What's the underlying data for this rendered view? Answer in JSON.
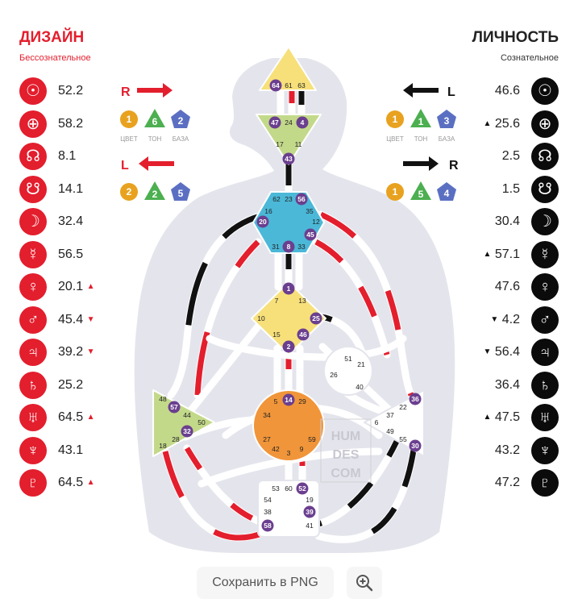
{
  "design": {
    "title": "ДИЗАЙН",
    "subtitle": "Бессознательное",
    "color": "#e31e2d",
    "planets": [
      {
        "icon": "sun-icon",
        "glyph": "☉",
        "value": "52.2",
        "arrow": ""
      },
      {
        "icon": "earth-icon",
        "glyph": "⊕",
        "value": "58.2",
        "arrow": ""
      },
      {
        "icon": "north-node-icon",
        "glyph": "☊",
        "value": "8.1",
        "arrow": ""
      },
      {
        "icon": "south-node-icon",
        "glyph": "☋",
        "value": "14.1",
        "arrow": ""
      },
      {
        "icon": "moon-icon",
        "glyph": "☽",
        "value": "32.4",
        "arrow": ""
      },
      {
        "icon": "mercury-icon",
        "glyph": "☿",
        "value": "56.5",
        "arrow": ""
      },
      {
        "icon": "venus-icon",
        "glyph": "♀",
        "value": "20.1",
        "arrow": "▲"
      },
      {
        "icon": "mars-icon",
        "glyph": "♂",
        "value": "45.4",
        "arrow": "▼"
      },
      {
        "icon": "jupiter-icon",
        "glyph": "♃",
        "value": "39.2",
        "arrow": "▼"
      },
      {
        "icon": "saturn-icon",
        "glyph": "♄",
        "value": "25.2",
        "arrow": ""
      },
      {
        "icon": "uranus-icon",
        "glyph": "♅",
        "value": "64.5",
        "arrow": "▲"
      },
      {
        "icon": "neptune-icon",
        "glyph": "♆",
        "value": "43.1",
        "arrow": ""
      },
      {
        "icon": "pluto-icon",
        "glyph": "♇",
        "value": "64.5",
        "arrow": "▲"
      }
    ],
    "variables": [
      {
        "letter": "R",
        "direction": "right",
        "badges": [
          "1",
          "6",
          "2"
        ],
        "labels": [
          "ЦВЕТ",
          "ТОН",
          "БАЗА"
        ]
      },
      {
        "letter": "L",
        "direction": "left",
        "badges": [
          "2",
          "2",
          "5"
        ],
        "labels": []
      }
    ]
  },
  "personality": {
    "title": "ЛИЧНОСТЬ",
    "subtitle": "Сознательное",
    "color": "#0b0b0b",
    "planets": [
      {
        "icon": "sun-icon",
        "glyph": "☉",
        "value": "46.6",
        "arrow": ""
      },
      {
        "icon": "earth-icon",
        "glyph": "⊕",
        "value": "25.6",
        "arrow": "▲"
      },
      {
        "icon": "north-node-icon",
        "glyph": "☊",
        "value": "2.5",
        "arrow": ""
      },
      {
        "icon": "south-node-icon",
        "glyph": "☋",
        "value": "1.5",
        "arrow": ""
      },
      {
        "icon": "moon-icon",
        "glyph": "☽",
        "value": "30.4",
        "arrow": ""
      },
      {
        "icon": "mercury-icon",
        "glyph": "☿",
        "value": "57.1",
        "arrow": "▲"
      },
      {
        "icon": "venus-icon",
        "glyph": "♀",
        "value": "47.6",
        "arrow": ""
      },
      {
        "icon": "mars-icon",
        "glyph": "♂",
        "value": "4.2",
        "arrow": "▼"
      },
      {
        "icon": "jupiter-icon",
        "glyph": "♃",
        "value": "56.4",
        "arrow": "▼"
      },
      {
        "icon": "saturn-icon",
        "glyph": "♄",
        "value": "36.4",
        "arrow": ""
      },
      {
        "icon": "uranus-icon",
        "glyph": "♅",
        "value": "47.5",
        "arrow": "▲"
      },
      {
        "icon": "neptune-icon",
        "glyph": "♆",
        "value": "43.2",
        "arrow": ""
      },
      {
        "icon": "pluto-icon",
        "glyph": "♇",
        "value": "47.2",
        "arrow": ""
      }
    ],
    "variables": [
      {
        "letter": "L",
        "direction": "left",
        "badges": [
          "1",
          "1",
          "3"
        ],
        "labels": [
          "ЦВЕТ",
          "ТОН",
          "БАЗА"
        ]
      },
      {
        "letter": "R",
        "direction": "right",
        "badges": [
          "1",
          "5",
          "4"
        ],
        "labels": []
      }
    ]
  },
  "bodygraph": {
    "watermark": [
      "HUM",
      "DES",
      "COM"
    ],
    "colors": {
      "head": "#f7e07a",
      "ajna": "#c3d98a",
      "throat": "#4bb8d8",
      "g": "#f7e07a",
      "sacral": "#f0953a",
      "spleen": "#c3d98a",
      "solar": "#ffffff",
      "ego": "#ffffff",
      "root": "#ffffff",
      "active": "#6b3f8f",
      "design": "#e31e2d",
      "personality": "#111111"
    },
    "gates": {
      "head": [
        "64",
        "61",
        "63"
      ],
      "ajna": [
        "47",
        "24",
        "4",
        "17",
        "11",
        "43"
      ],
      "throat": [
        "62",
        "23",
        "56",
        "16",
        "35",
        "12",
        "20",
        "45",
        "31",
        "8",
        "33"
      ],
      "g": [
        "1",
        "7",
        "13",
        "10",
        "25",
        "15",
        "46",
        "2"
      ],
      "ego": [
        "51",
        "21",
        "26",
        "40"
      ],
      "spleen": [
        "48",
        "57",
        "44",
        "50",
        "32",
        "28",
        "18"
      ],
      "sacral": [
        "5",
        "14",
        "29",
        "34",
        "27",
        "59",
        "42",
        "3",
        "9"
      ],
      "solar": [
        "36",
        "22",
        "37",
        "6",
        "49",
        "55",
        "30"
      ],
      "root": [
        "53",
        "60",
        "52",
        "54",
        "19",
        "38",
        "39",
        "58",
        "41"
      ]
    }
  },
  "actions": {
    "save_label": "Сохранить в PNG",
    "zoom_icon": "zoom-in-icon"
  }
}
